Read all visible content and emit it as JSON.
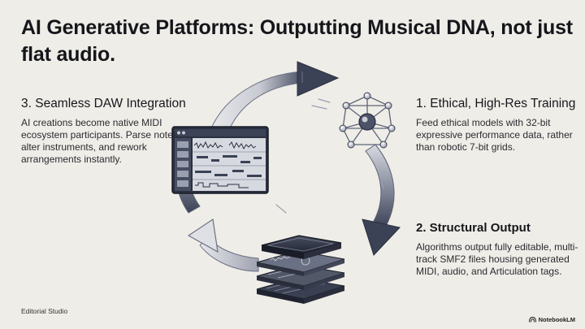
{
  "title": "AI Generative Platforms: Outputting Musical DNA, not just flat audio.",
  "steps": [
    {
      "heading": "1. Ethical, High-Res Training",
      "body": "Feed ethical models with 32-bit expressive performance data, rather than robotic 7-bit grids."
    },
    {
      "heading": "2. Structural Output",
      "body": "Algorithms output fully editable, multi-track SMF2 files housing generated MIDI, audio, and Articulation tags."
    },
    {
      "heading": "3. Seamless DAW Integration",
      "body": "AI creations become native MIDI ecosystem participants. Parse notes, alter instruments, and rework arrangements instantly."
    }
  ],
  "footer": {
    "left": "Editorial Studio",
    "right": "NotebookLM"
  },
  "colors": {
    "background": "#efede7",
    "arrow_light": "#dcdde2",
    "arrow_dark": "#3b4256",
    "text": "#16171c"
  },
  "icons": [
    "neural-network-icon",
    "layered-files-icon",
    "daw-window-icon",
    "cycle-arrows"
  ]
}
